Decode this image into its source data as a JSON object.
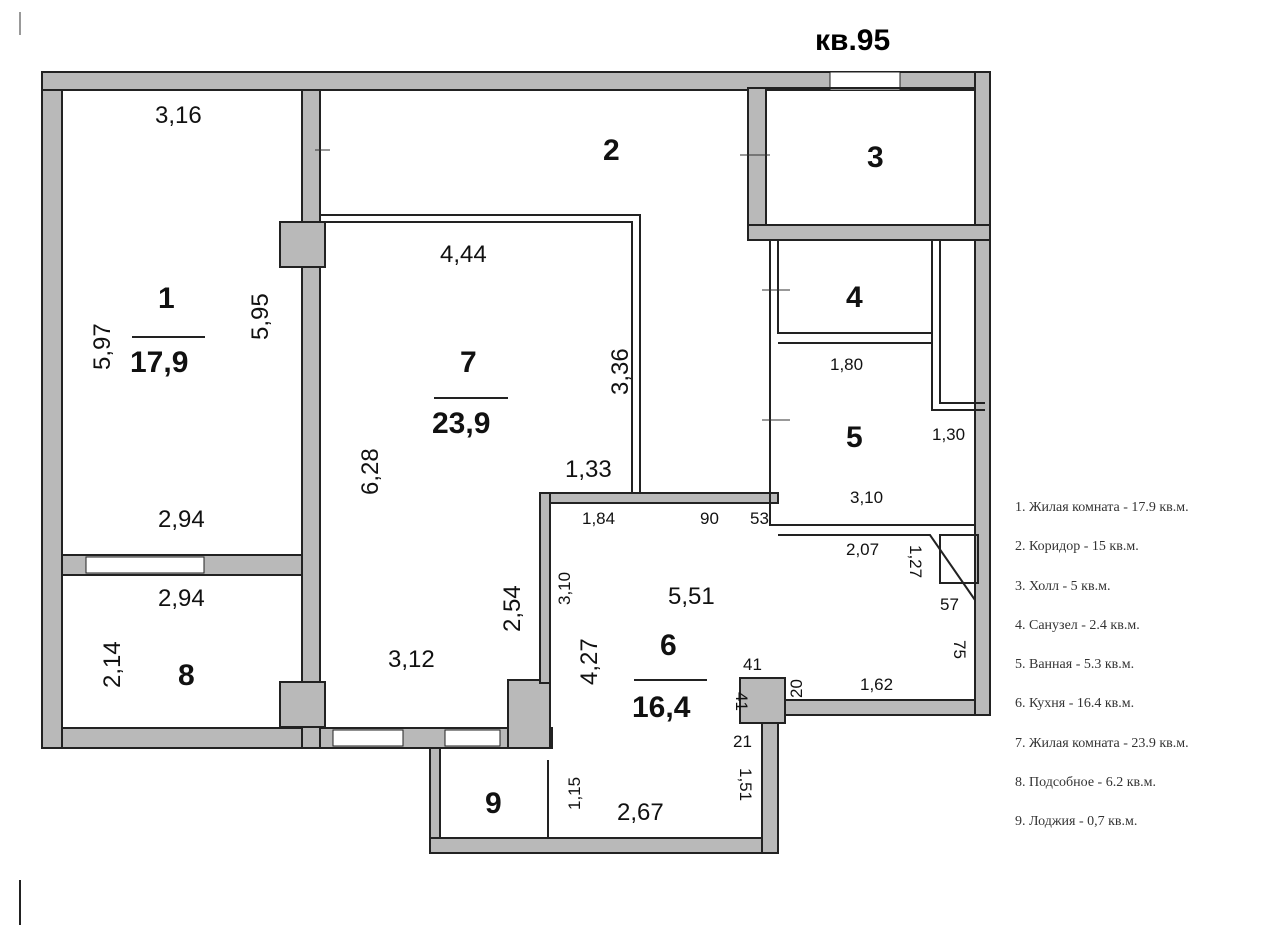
{
  "apartment_label": "кв.95",
  "rooms": [
    {
      "num": "1",
      "area": "17,9"
    },
    {
      "num": "2"
    },
    {
      "num": "3"
    },
    {
      "num": "4"
    },
    {
      "num": "5"
    },
    {
      "num": "6",
      "area": "16,4"
    },
    {
      "num": "7",
      "area": "23,9"
    },
    {
      "num": "8"
    },
    {
      "num": "9"
    }
  ],
  "dimensions": [
    "3,16",
    "5,97",
    "5,95",
    "2,94",
    "2,94",
    "2,14",
    "4,44",
    "3,36",
    "6,28",
    "1,33",
    "2,54",
    "3,12",
    "1,84",
    "90",
    "53",
    "3,10",
    "4,27",
    "5,51",
    "41",
    "41",
    "20",
    "21",
    "1,62",
    "1,15",
    "2,67",
    "1,51",
    "1,80",
    "1,30",
    "3,10",
    "2,07",
    "1,27",
    "57",
    "75"
  ],
  "legend": [
    "1. Жилая комната - 17.9 кв.м.",
    "2. Коридор - 15 кв.м.",
    "3. Холл - 5 кв.м.",
    "4. Санузел - 2.4 кв.м.",
    "5. Ванная - 5.3 кв.м.",
    "6. Кухня - 16.4 кв.м.",
    "7. Жилая комната - 23.9 кв.м.",
    "8. Подсобное - 6.2 кв.м.",
    "9. Лоджия - 0,7 кв.м."
  ]
}
